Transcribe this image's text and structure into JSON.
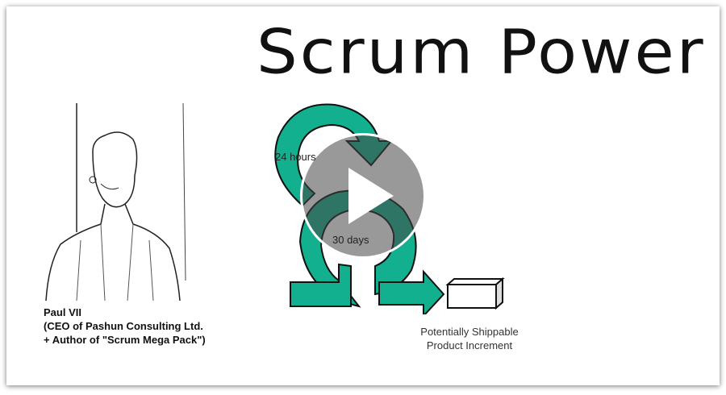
{
  "title": "Scrum Power",
  "presenter": {
    "name": "Paul VII",
    "role_line": "(CEO of Pashun Consulting Ltd.",
    "author_line": "+ Author of \"Scrum Mega Pack\")"
  },
  "diagram": {
    "daily_label": "24 hours",
    "sprint_label": "30 days",
    "output_label_1": "Potentially Shippable",
    "output_label_2": "Product Increment",
    "accent_color": "#12b08f"
  },
  "video": {
    "play_icon": "play-icon"
  }
}
